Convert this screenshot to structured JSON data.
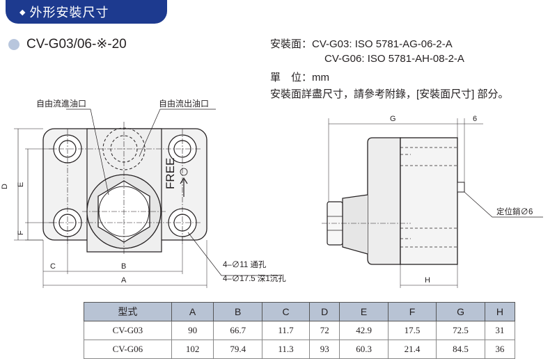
{
  "header": {
    "diamond": "◆",
    "title": "外形安裝尺寸"
  },
  "model": {
    "name": "CV-G03/06-※-20"
  },
  "spec": {
    "line1": "安裝面：CV-G03:  ISO 5781-AG-06-2-A",
    "line2": "CV-G06:  ISO 5781-AH-08-2-A",
    "line3": "單　位：mm",
    "line4": "安裝面詳盡尺寸，請參考附錄，[安裝面尺寸] 部分。"
  },
  "drawing": {
    "inlet_label": "自由流進油口",
    "outlet_label": "自由流出油口",
    "free_label": "FREE",
    "hole_note1": "4–∅11 通孔",
    "hole_note2": "4–∅17.5 深1沉孔",
    "pin_label": "定位銷∅6",
    "dims_front": {
      "D": "D",
      "E": "E",
      "F": "F",
      "C": "C",
      "B": "B",
      "A": "A"
    },
    "dims_side": {
      "G": "G",
      "six": "6",
      "H": "H"
    }
  },
  "table": {
    "headers": [
      "型式",
      "A",
      "B",
      "C",
      "D",
      "E",
      "F",
      "G",
      "H"
    ],
    "rows": [
      [
        "CV-G03",
        "90",
        "66.7",
        "11.7",
        "72",
        "42.9",
        "17.5",
        "72.5",
        "31"
      ],
      [
        "CV-G06",
        "102",
        "79.4",
        "11.3",
        "93",
        "60.3",
        "21.4",
        "84.5",
        "36"
      ]
    ]
  }
}
